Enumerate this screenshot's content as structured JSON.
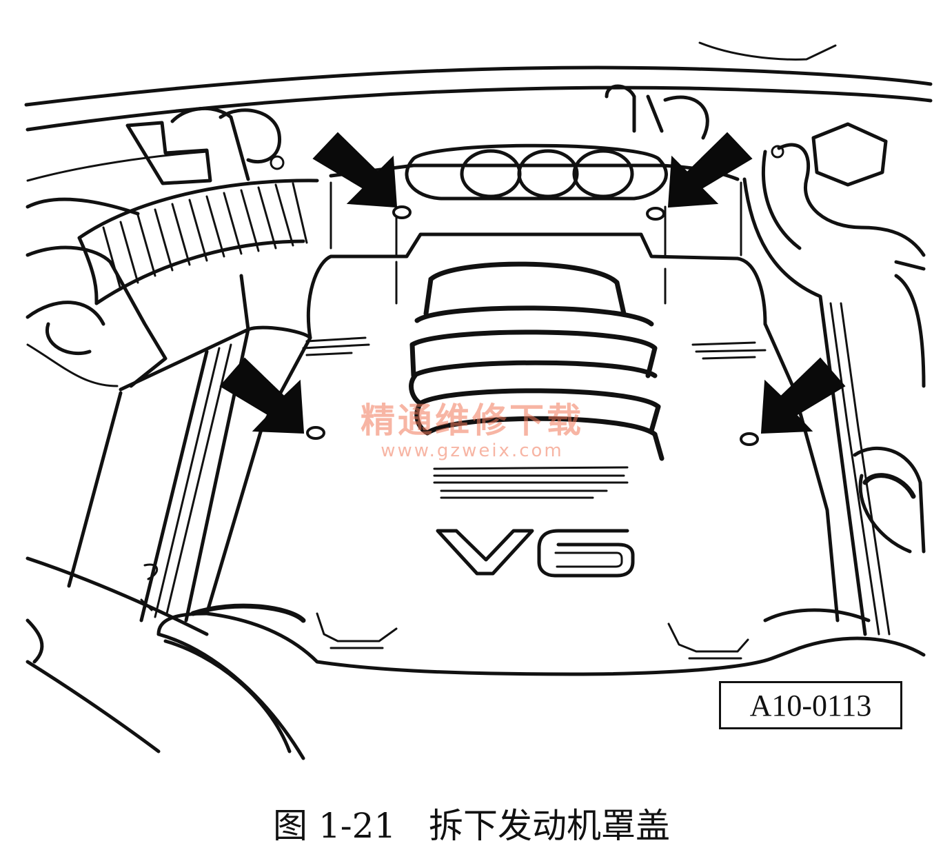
{
  "figure": {
    "code_label": "A10-0113",
    "logo_text": "V6",
    "caption": "图 1-21   拆下发动机罩盖"
  },
  "watermark": {
    "title": "精通维修下载",
    "url": "www.gzweix.com",
    "color": "#f0785a"
  },
  "arrows": {
    "count": 4,
    "color": "#0a0a0a"
  }
}
